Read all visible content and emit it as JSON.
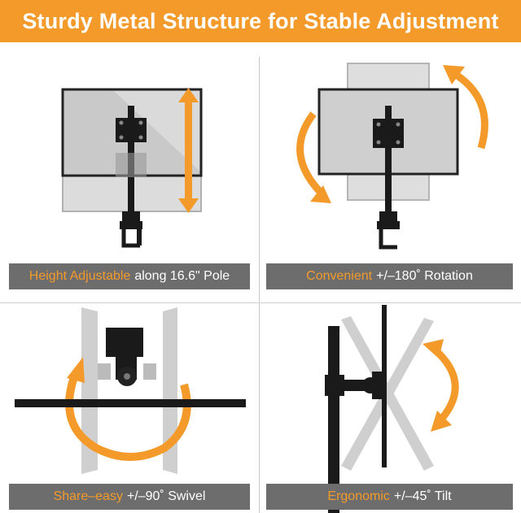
{
  "header": {
    "title": "Sturdy Metal Structure for Stable Adjustment"
  },
  "colors": {
    "accent": "#f39a2a",
    "caption_bg": "#6d6d6d",
    "metal": "#1a1a1a",
    "screen_ghost": "#c8c8c8"
  },
  "panels": [
    {
      "caption_highlight": "Height Adjustable",
      "caption_rest": "along 16.6\" Pole",
      "icon": "up-down-arrow-icon"
    },
    {
      "caption_highlight": "Convenient",
      "caption_rest": "+/–180˚ Rotation",
      "icon": "rotate-arrows-icon"
    },
    {
      "caption_highlight": "Share–easy",
      "caption_rest": "+/–90˚ Swivel",
      "icon": "swivel-arrow-icon"
    },
    {
      "caption_highlight": "Ergonomic",
      "caption_rest": "+/–45˚ Tilt",
      "icon": "tilt-arrow-icon"
    }
  ]
}
